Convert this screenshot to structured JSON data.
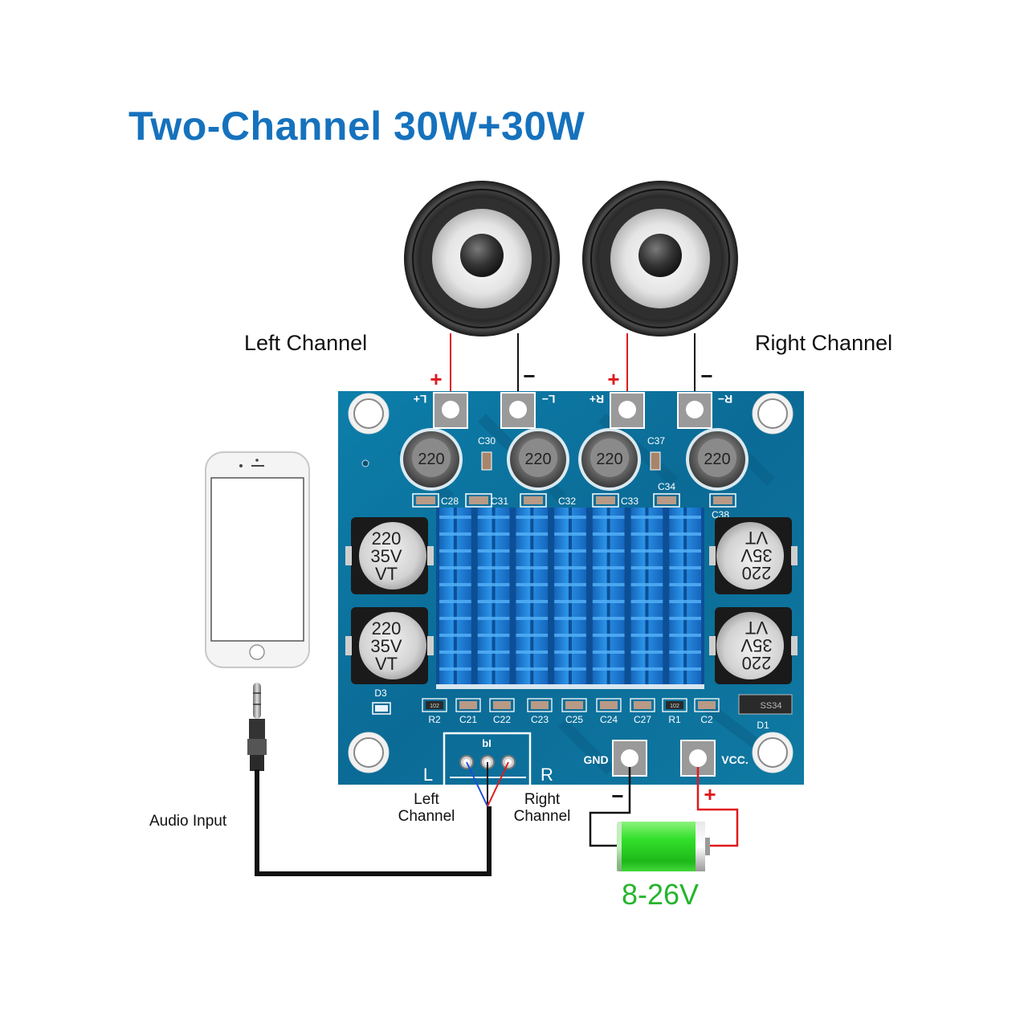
{
  "title": "Two-Channel 30W+30W",
  "speakers": [
    {
      "name": "left-speaker",
      "label": "Left Channel"
    },
    {
      "name": "right-speaker",
      "label": "Right Channel"
    }
  ],
  "polarity": {
    "plus": "+",
    "minus": "−"
  },
  "board": {
    "output_terminals": [
      "L+",
      "L−",
      "R+",
      "R−"
    ],
    "inductors": [
      "220",
      "220",
      "220",
      "220"
    ],
    "top_caps": [
      "C30",
      "C37",
      "C34"
    ],
    "row_caps": [
      "C28",
      "C31",
      "C32",
      "C33",
      "C38"
    ],
    "electrolytics": [
      {
        "value": "220",
        "voltage": "35V",
        "series": "VT"
      },
      {
        "value": "220",
        "voltage": "35V",
        "series": "VT"
      },
      {
        "value": "220",
        "voltage": "35V",
        "series": "VT"
      },
      {
        "value": "220",
        "voltage": "35V",
        "series": "VT"
      }
    ],
    "bottom_parts": [
      "D3",
      "R2",
      "C21",
      "C22",
      "C23",
      "C25",
      "C24",
      "C27",
      "R1",
      "C2",
      "D1"
    ],
    "resistor_code": "102",
    "diode_marking": "SS34",
    "input_header": "bI",
    "input_l": "L",
    "input_r": "R",
    "power_terminals": {
      "gnd": "GND",
      "vcc": "VCC."
    }
  },
  "audio": {
    "input_label": "Audio Input",
    "left_label_1": "Left",
    "left_label_2": "Channel",
    "right_label_1": "Right",
    "right_label_2": "Channel"
  },
  "power": {
    "voltage": "8-26V"
  },
  "colors": {
    "title": "#1672bd",
    "pcb": "#0f6f9c",
    "heatsink": "#1a7fd6",
    "wire_red": "#e0191c",
    "wire_black": "#111111",
    "wire_blue": "#1e4fd8",
    "voltage": "#25b52d"
  }
}
